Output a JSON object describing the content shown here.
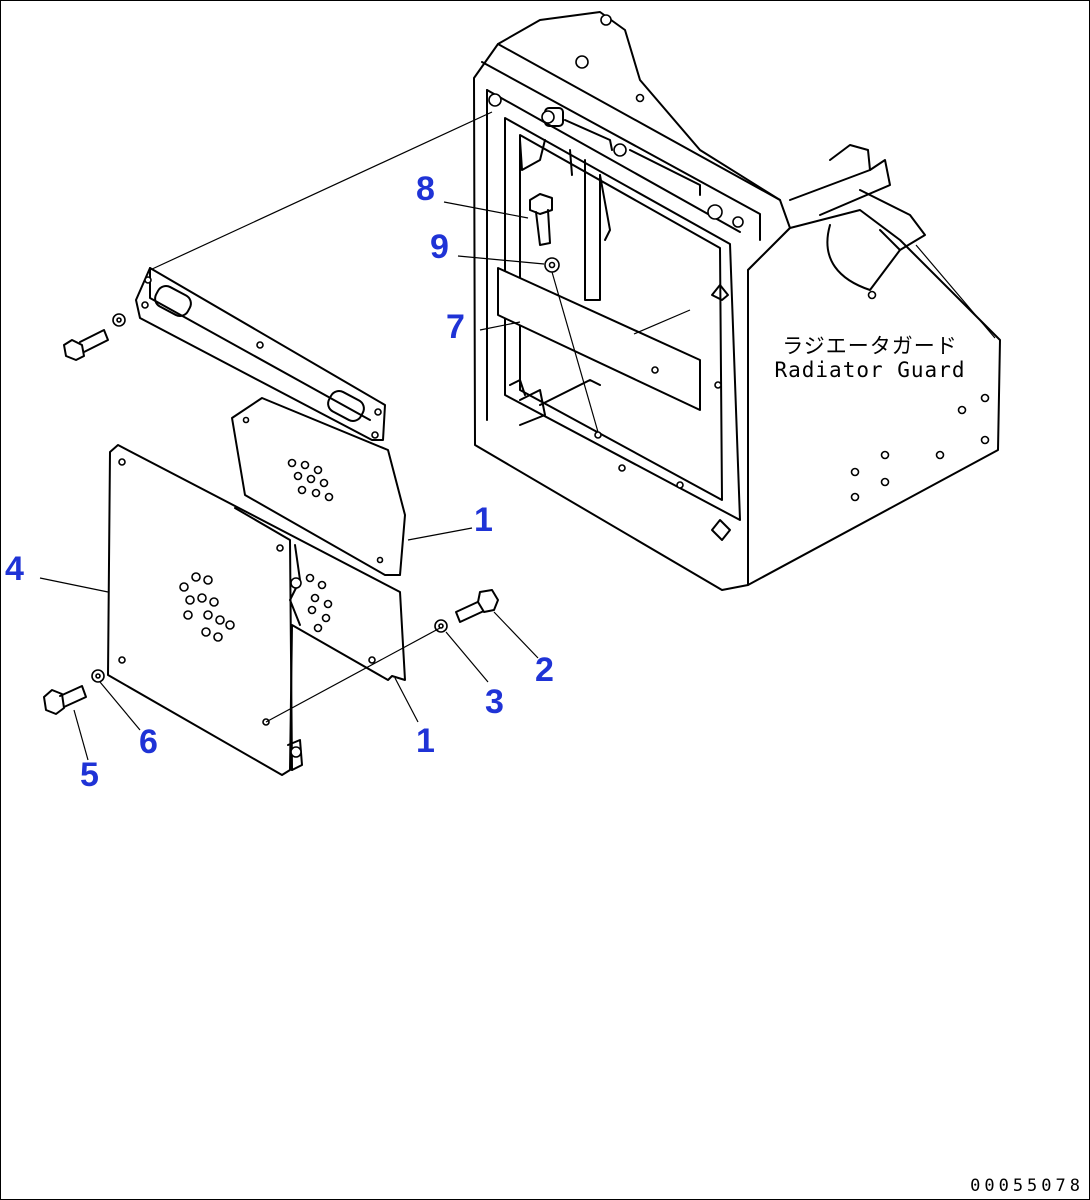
{
  "diagram": {
    "part_label_jp": "ラジエータガード",
    "part_label_en": "Radiator Guard",
    "drawing_number": "00055078",
    "callouts": [
      {
        "id": "c1a",
        "text": "1"
      },
      {
        "id": "c1b",
        "text": "1"
      },
      {
        "id": "c2",
        "text": "2"
      },
      {
        "id": "c3",
        "text": "3"
      },
      {
        "id": "c4",
        "text": "4"
      },
      {
        "id": "c5",
        "text": "5"
      },
      {
        "id": "c6",
        "text": "6"
      },
      {
        "id": "c7",
        "text": "7"
      },
      {
        "id": "c8",
        "text": "8"
      },
      {
        "id": "c9",
        "text": "9"
      }
    ],
    "colors": {
      "callout": "#1f33d6",
      "line": "#000000",
      "background": "#ffffff"
    }
  }
}
